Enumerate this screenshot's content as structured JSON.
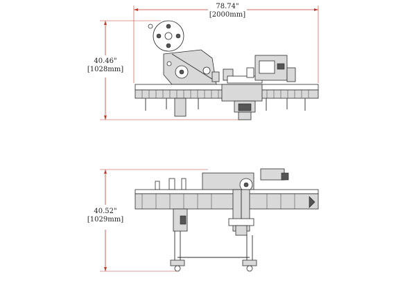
{
  "dimensions": {
    "top_width_in": "78.74\"",
    "top_width_mm": "[2000mm]",
    "top_height_in": "40.46\"",
    "top_height_mm": "[1028mm]",
    "bottom_height_in": "40.52\"",
    "bottom_height_mm": "[1029mm]"
  },
  "colors": {
    "dimension_lines": "#c0392b",
    "drawing_ink": "#2a2a2a"
  }
}
